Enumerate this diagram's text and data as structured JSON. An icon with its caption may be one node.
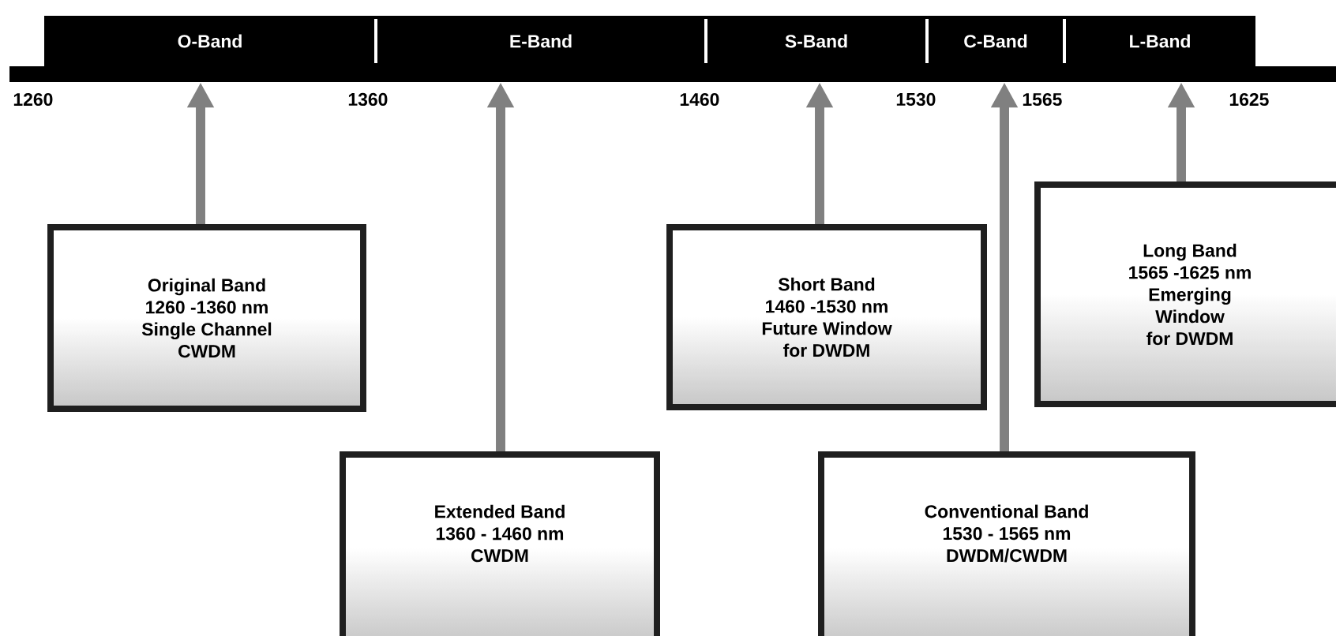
{
  "diagram": {
    "nodes": [
      {
        "text": [
          "O-Band"
        ]
      },
      {
        "text": [
          "E-Band"
        ]
      },
      {
        "text": [
          "S-Band"
        ]
      },
      {
        "text": [
          "C-Band"
        ]
      },
      {
        "text": [
          "L-Band"
        ]
      },
      {
        "text": [
          "Original Band",
          "1260 -1360 nm",
          "Single Channel",
          "CWDM"
        ]
      },
      {
        "text": [
          "Extended Band",
          "1360 - 1460 nm",
          "CWDM"
        ]
      },
      {
        "text": [
          "Short Band",
          "1460 -1530 nm",
          "Future Window",
          "for DWDM"
        ]
      },
      {
        "text": [
          "Conventional Band",
          "1530 - 1565 nm",
          "DWDM/CWDM"
        ]
      },
      {
        "text": [
          "Long Band",
          "1565 -1625 nm",
          "Emerging",
          "Window",
          "for DWDM"
        ]
      }
    ],
    "edges": [
      {
        "from": 5,
        "to": 0,
        "arrow": "to"
      },
      {
        "from": 6,
        "to": 1,
        "arrow": "to"
      },
      {
        "from": 7,
        "to": 2,
        "arrow": "to"
      },
      {
        "from": 8,
        "to": 3,
        "arrow": "to"
      },
      {
        "from": 9,
        "to": 4,
        "arrow": "to"
      }
    ],
    "labels": [
      "1260",
      "1360",
      "1460",
      "1530",
      "1565",
      "1625"
    ]
  }
}
